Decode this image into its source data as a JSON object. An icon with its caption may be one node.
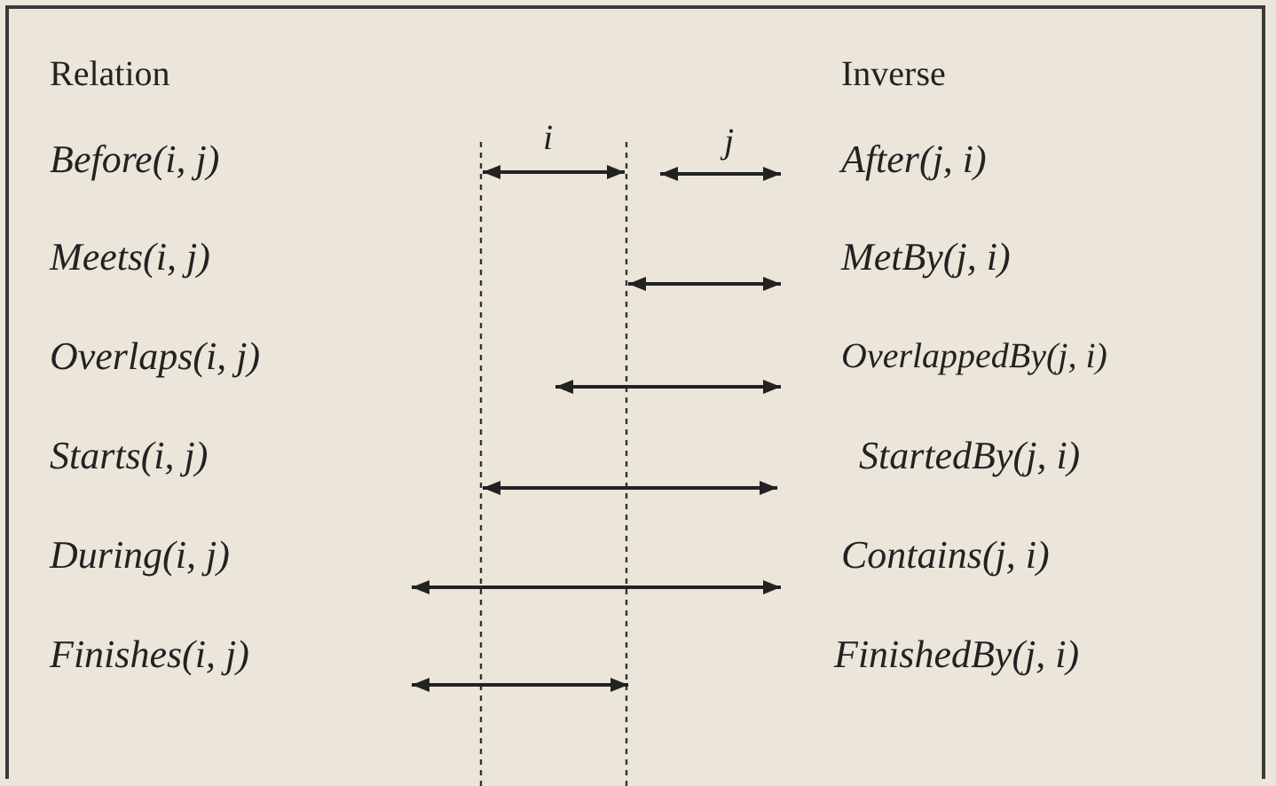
{
  "diagram": {
    "labels": [
      "Relation",
      "Inverse",
      "Before(i, j)",
      "i",
      "j",
      "After(j, i)",
      "Meets(i, j)",
      "MetBy(j, i)",
      "Overlaps(i, j)",
      "OverlappedBy(j, i)",
      "Starts(i, j)",
      "StartedBy(j, i)",
      "During(i, j)",
      "Contains(j, i)",
      "Finishes(i, j)",
      "FinishedBy(j, i)"
    ]
  }
}
